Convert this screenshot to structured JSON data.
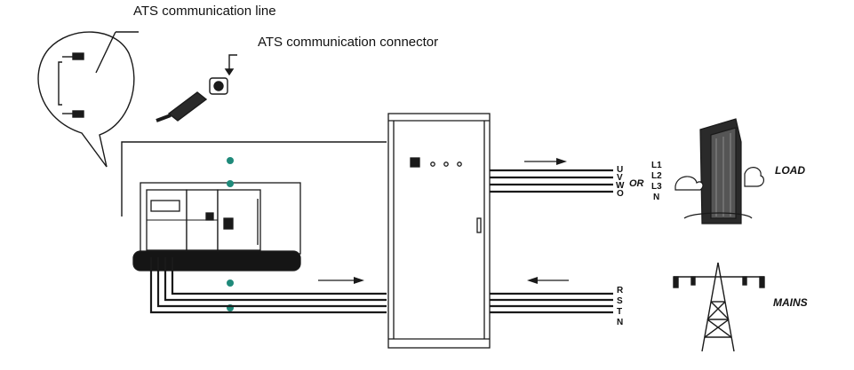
{
  "captions": {
    "communication_line": "ATS communication line",
    "communication_connector": "ATS communication connector"
  },
  "output_labels": {
    "phase_letters": [
      "U",
      "V",
      "W",
      "O"
    ],
    "or_text": "OR",
    "line_letters": [
      "L1",
      "L2",
      "L3",
      "N"
    ],
    "load": "LOAD"
  },
  "input_labels": {
    "phase_letters": [
      "R",
      "S",
      "T",
      "N"
    ],
    "mains": "MAINS"
  },
  "colors": {
    "line": "#1a1a1a",
    "dot": "#1f8a7a",
    "generator_base": "#151515"
  }
}
